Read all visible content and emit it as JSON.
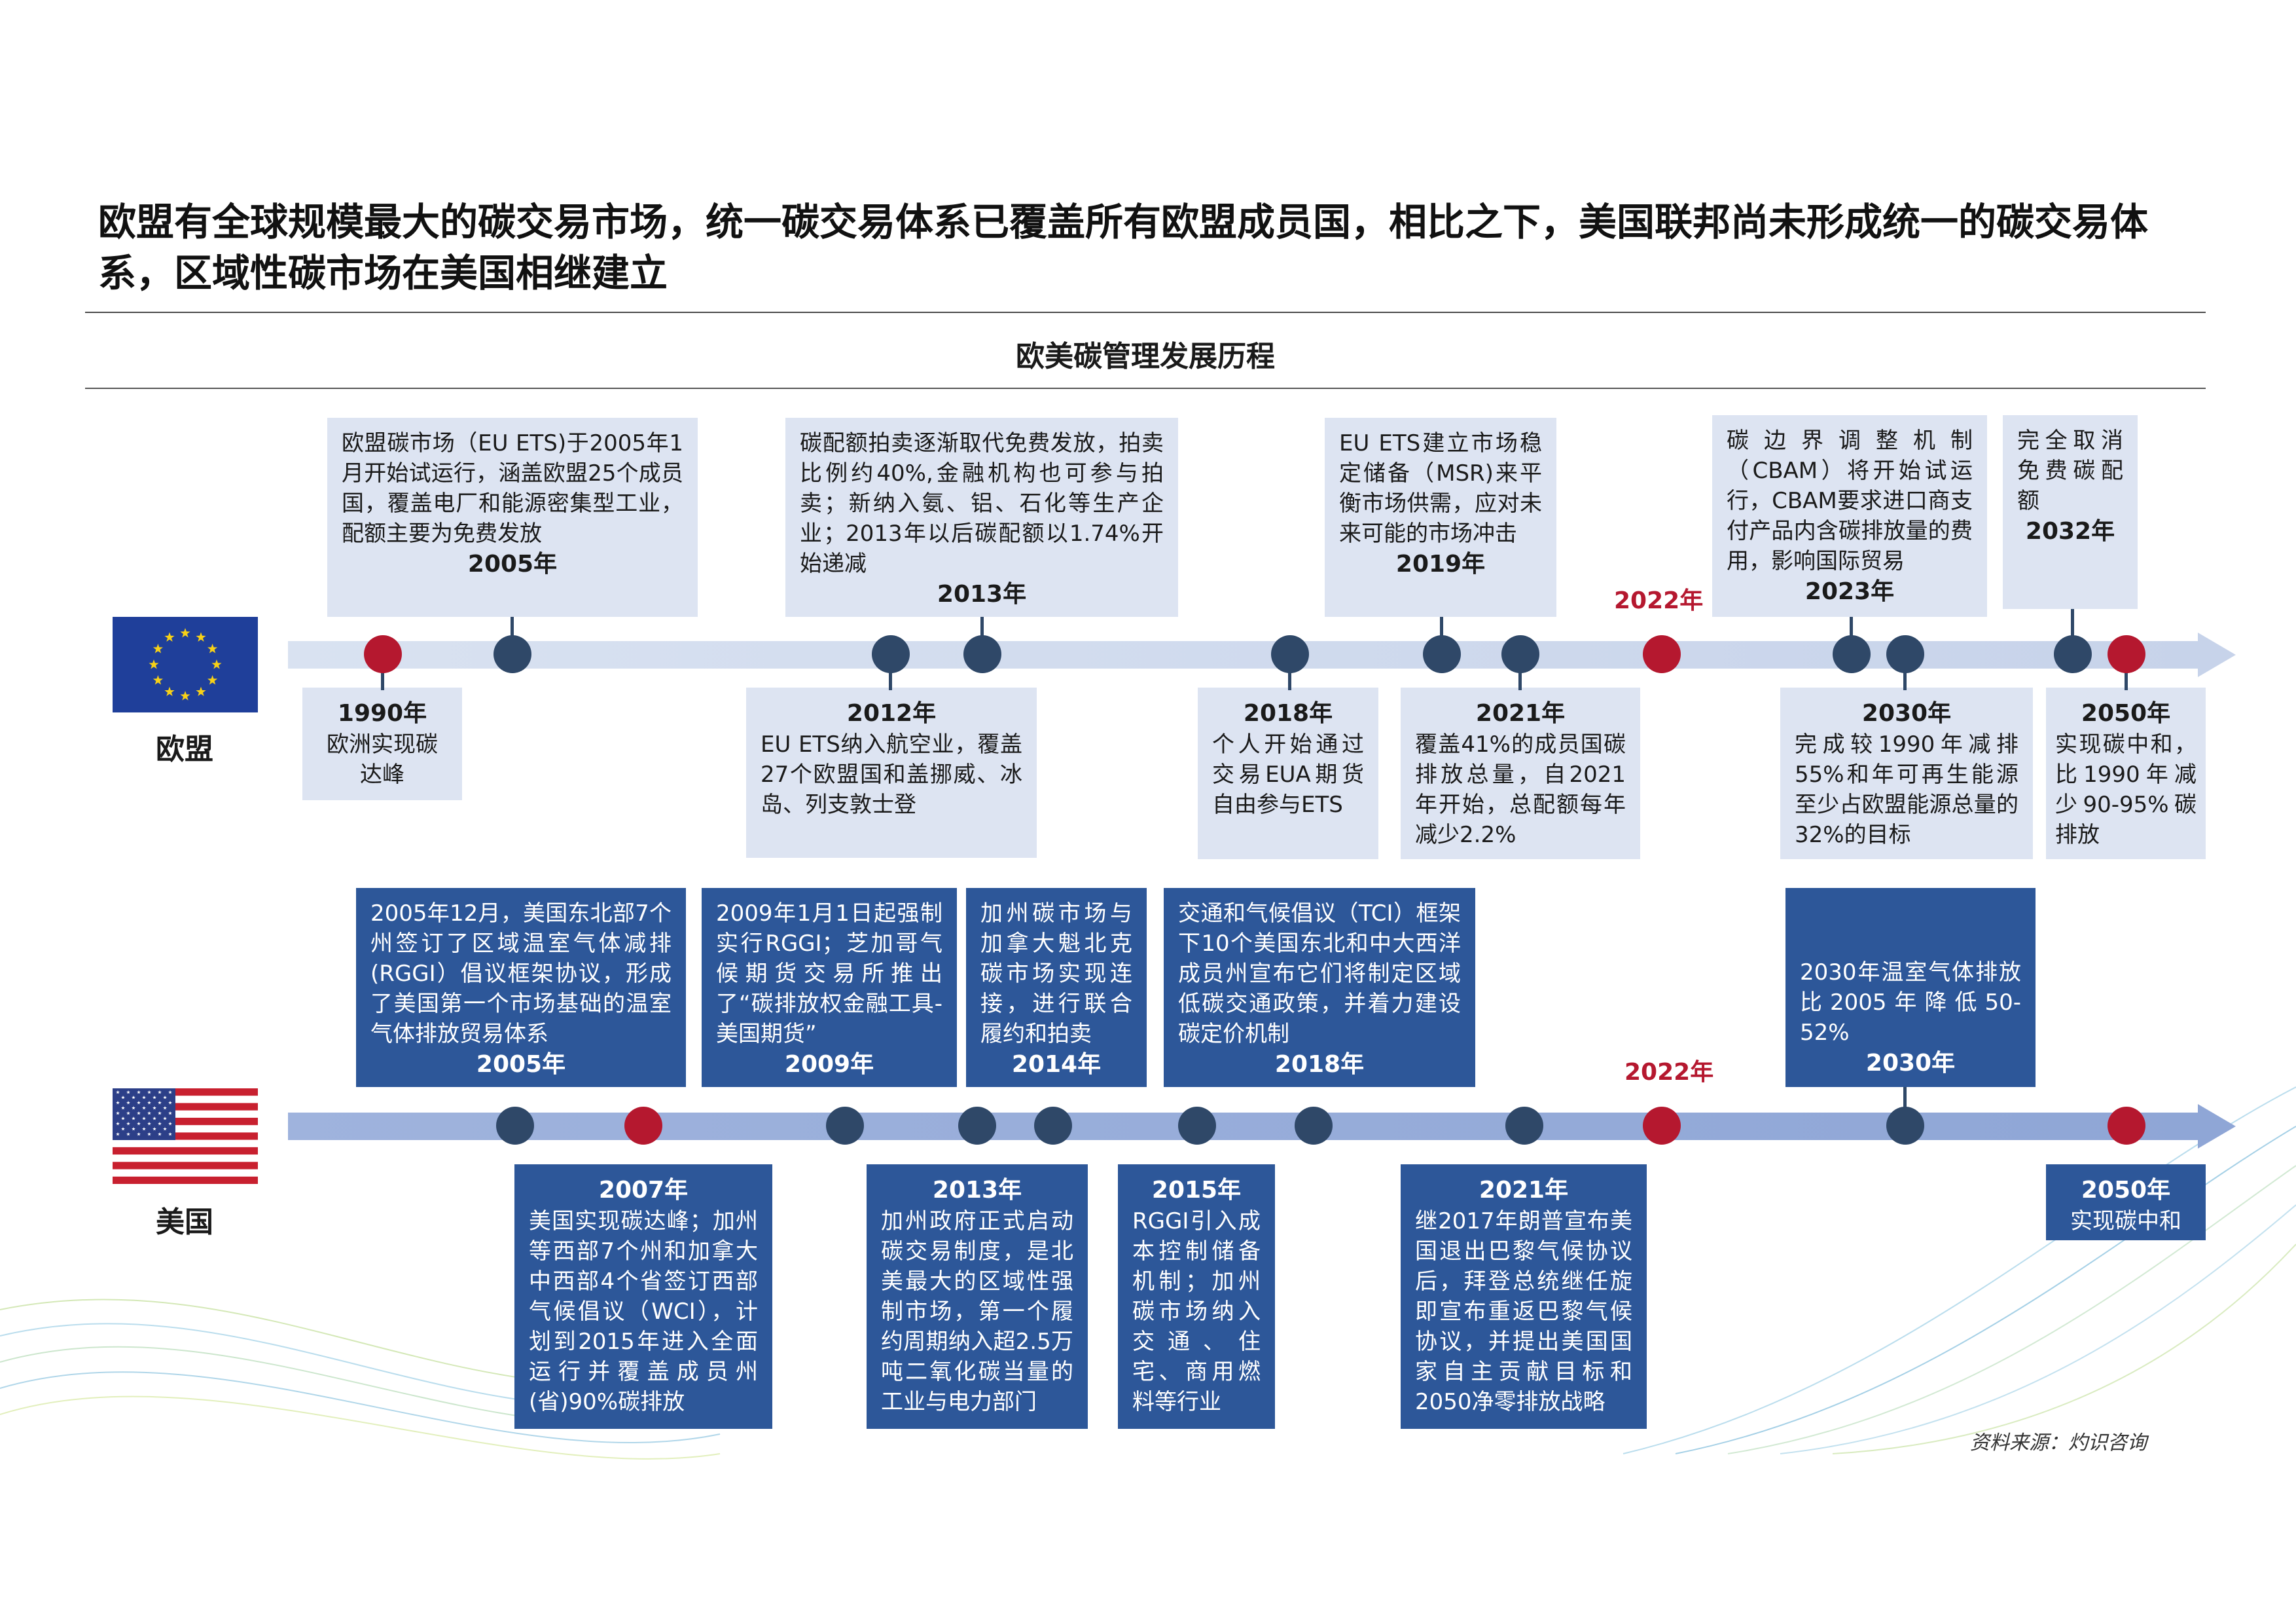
{
  "title": "欧盟有全球规模最大的碳交易市场，统一碳交易体系已覆盖所有欧盟成员国，相比之下，美国联邦尚未形成统一的碳交易体系，区域性碳市场在美国相继建立",
  "subtitle": "欧美碳管理发展历程",
  "source": "资料来源：灼识咨询",
  "colors": {
    "dark_box": "#2d5799",
    "light_box": "#dde4f2",
    "node": "#2f4868",
    "milestone": "#b5182f"
  },
  "eu": {
    "label": "欧盟",
    "flag_icon": "eu-flag-icon",
    "red_year": "2022年",
    "above": [
      {
        "year": "2005年",
        "text": "欧盟碳市场（EU ETS)于2005年1月开始试运行，涵盖欧盟25个成员国，覆盖电厂和能源密集型工业，配额主要为免费发放"
      },
      {
        "year": "2013年",
        "text": "碳配额拍卖逐渐取代免费发放，拍卖比例约40%,金融机构也可参与拍卖；新纳入氨、铝、石化等生产企业；2013年以后碳配额以1.74%开始递减"
      },
      {
        "year": "2019年",
        "text": "EU ETS建立市场稳定储备（MSR)来平衡市场供需，应对未来可能的市场冲击"
      },
      {
        "year": "2023年",
        "text": "碳边界调整机制（CBAM）将开始试运行，CBAM要求进口商支付产品内含碳排放量的费用，影响国际贸易"
      },
      {
        "year": "2032年",
        "text": "完全取消免费碳配额"
      }
    ],
    "below": [
      {
        "year": "1990年",
        "text": "欧洲实现碳达峰"
      },
      {
        "year": "2012年",
        "text": "EU ETS纳入航空业，覆盖27个欧盟国和盖挪威、冰岛、列支敦士登"
      },
      {
        "year": "2018年",
        "text": "个人开始通过交易EUA期货自由参与ETS"
      },
      {
        "year": "2021年",
        "text": "覆盖41%的成员国碳排放总量，自2021年开始，总配额每年减少2.2%"
      },
      {
        "year": "2030年",
        "text": "完成较1990年减排55%和年可再生能源至少占欧盟能源总量的32%的目标"
      },
      {
        "year": "2050年",
        "text": "实现碳中和，比1990年减少90-95%碳排放"
      }
    ]
  },
  "us": {
    "label": "美国",
    "flag_icon": "us-flag-icon",
    "red_year": "2022年",
    "above": [
      {
        "year": "2005年",
        "text": "2005年12月，美国东北部7个州签订了区域温室气体减排(RGGI）倡议框架协议，形成了美国第一个市场基础的温室气体排放贸易体系"
      },
      {
        "year": "2009年",
        "text": "2009年1月1日起强制实行RGGI；芝加哥气候期货交易所推出了“碳排放权金融工具-美国期货”"
      },
      {
        "year": "2014年",
        "text": "加州碳市场与加拿大魁北克碳市场实现连接，进行联合履约和拍卖"
      },
      {
        "year": "2018年",
        "text": "交通和气候倡议（TCI）框架下10个美国东北和中大西洋成员州宣布它们将制定区域低碳交通政策，并着力建设碳定价机制"
      },
      {
        "year": "2030年",
        "text": "2030年温室气体排放比2005年降低50-52%"
      }
    ],
    "below": [
      {
        "year": "2007年",
        "text": "美国实现碳达峰；加州等西部7个州和加拿大中西部4个省签订西部气候倡议（WCI），计划到2015年进入全面运行并覆盖成员州(省)90%碳排放"
      },
      {
        "year": "2013年",
        "text": "加州政府正式启动碳交易制度，是北美最大的区域性强制市场，第一个履约周期纳入超2.5万吨二氧化碳当量的工业与电力部门"
      },
      {
        "year": "2015年",
        "text": "RGGI引入成本控制储备机制；加州碳市场纳入交通、住宅、商用燃料等行业"
      },
      {
        "year": "2021年",
        "text": "继2017年朗普宣布美国退出巴黎气候协议后，拜登总统继任旋即宣布重返巴黎气候协议，并提出美国国家自主贡献目标和2050净零排放战略"
      },
      {
        "year": "2050年",
        "text": "实现碳中和"
      }
    ]
  }
}
